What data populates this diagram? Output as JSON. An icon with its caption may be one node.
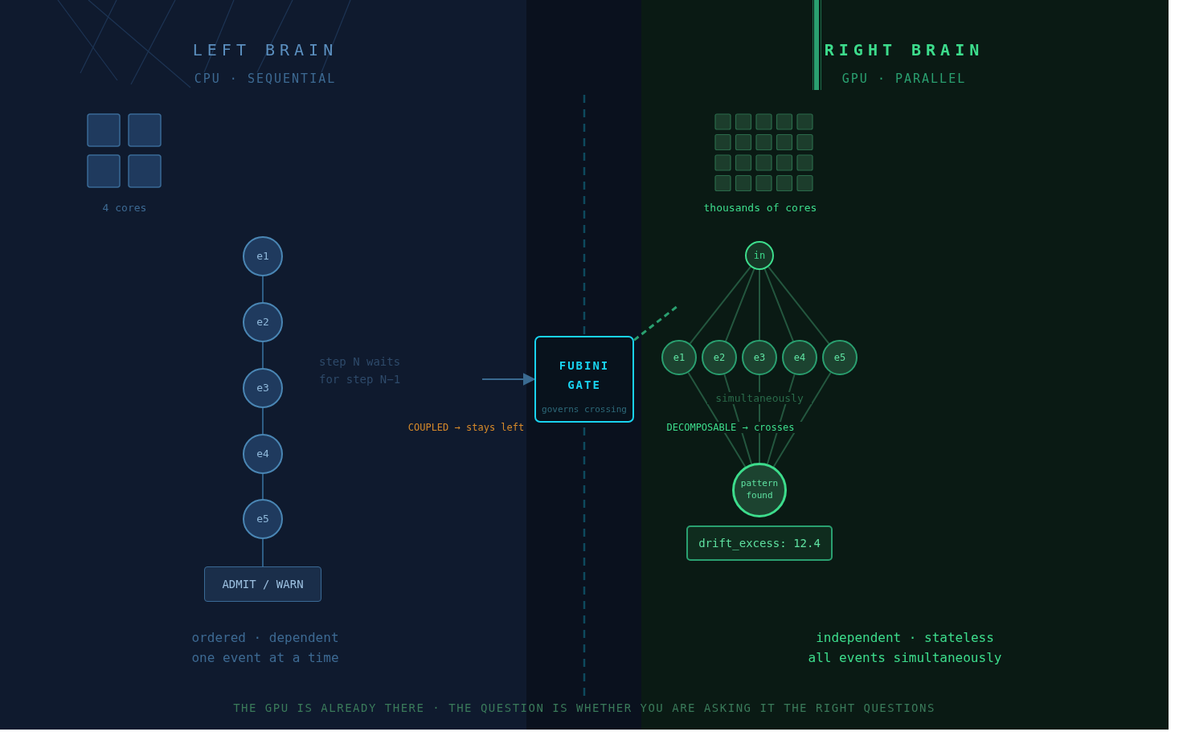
{
  "diagram": {
    "caption": "THE GPU IS ALREADY THERE · THE QUESTION IS WHETHER YOU ARE ASKING IT THE RIGHT QUESTIONS",
    "nodes": [
      {
        "text": [
          "e1"
        ]
      },
      {
        "text": [
          "e2"
        ]
      },
      {
        "text": [
          "e3"
        ]
      },
      {
        "text": [
          "e4"
        ]
      },
      {
        "text": [
          "e5"
        ]
      },
      {
        "text": [
          "ADMIT / WARN"
        ]
      },
      {
        "text": [
          "FUBINI GATE",
          "governs crossing"
        ]
      },
      {
        "text": [
          "in"
        ]
      },
      {
        "text": [
          "e1"
        ]
      },
      {
        "text": [
          "e2"
        ]
      },
      {
        "text": [
          "e3"
        ]
      },
      {
        "text": [
          "e4"
        ]
      },
      {
        "text": [
          "e5"
        ]
      },
      {
        "text": [
          "pattern found"
        ]
      },
      {
        "text": [
          "drift_excess: 12.4"
        ]
      }
    ],
    "edges": [
      {
        "from": 0,
        "to": 1,
        "arrow": "none",
        "color": "#2e5d85"
      },
      {
        "from": 1,
        "to": 2,
        "arrow": "none",
        "color": "#2e5d85"
      },
      {
        "from": 2,
        "to": 3,
        "arrow": "none",
        "color": "#2e5d85"
      },
      {
        "from": 3,
        "to": 4,
        "arrow": "none",
        "color": "#2e5d85"
      },
      {
        "from": 4,
        "to": 5,
        "arrow": "none",
        "color": "#2e5d85"
      },
      {
        "from": null,
        "to": 6,
        "arrow": "to",
        "color": "#3a6a90"
      },
      {
        "from": 6,
        "to": null,
        "arrow": "none",
        "style": "dashed",
        "color": "#2aa070"
      },
      {
        "from": 7,
        "to": 8,
        "arrow": "none"
      },
      {
        "from": 7,
        "to": 9,
        "arrow": "none"
      },
      {
        "from": 7,
        "to": 10,
        "arrow": "none"
      },
      {
        "from": 7,
        "to": 11,
        "arrow": "none"
      },
      {
        "from": 7,
        "to": 12,
        "arrow": "none"
      },
      {
        "from": 8,
        "to": 13,
        "arrow": "none"
      },
      {
        "from": 9,
        "to": 13,
        "arrow": "none"
      },
      {
        "from": 10,
        "to": 13,
        "arrow": "none"
      },
      {
        "from": 11,
        "to": 13,
        "arrow": "none"
      },
      {
        "from": 12,
        "to": 13,
        "arrow": "none"
      }
    ],
    "labels": [
      "LEFT BRAIN",
      "CPU · SEQUENTIAL",
      "4 cores",
      "step N waits for step N−1",
      "COUPLED → stays left",
      "ordered · dependent",
      "one event at a time",
      "RIGHT BRAIN",
      "GPU · PARALLEL",
      "thousands of cores",
      "simultaneously",
      "DECOMPOSABLE → crosses",
      "independent · stateless",
      "all events simultaneously"
    ]
  }
}
